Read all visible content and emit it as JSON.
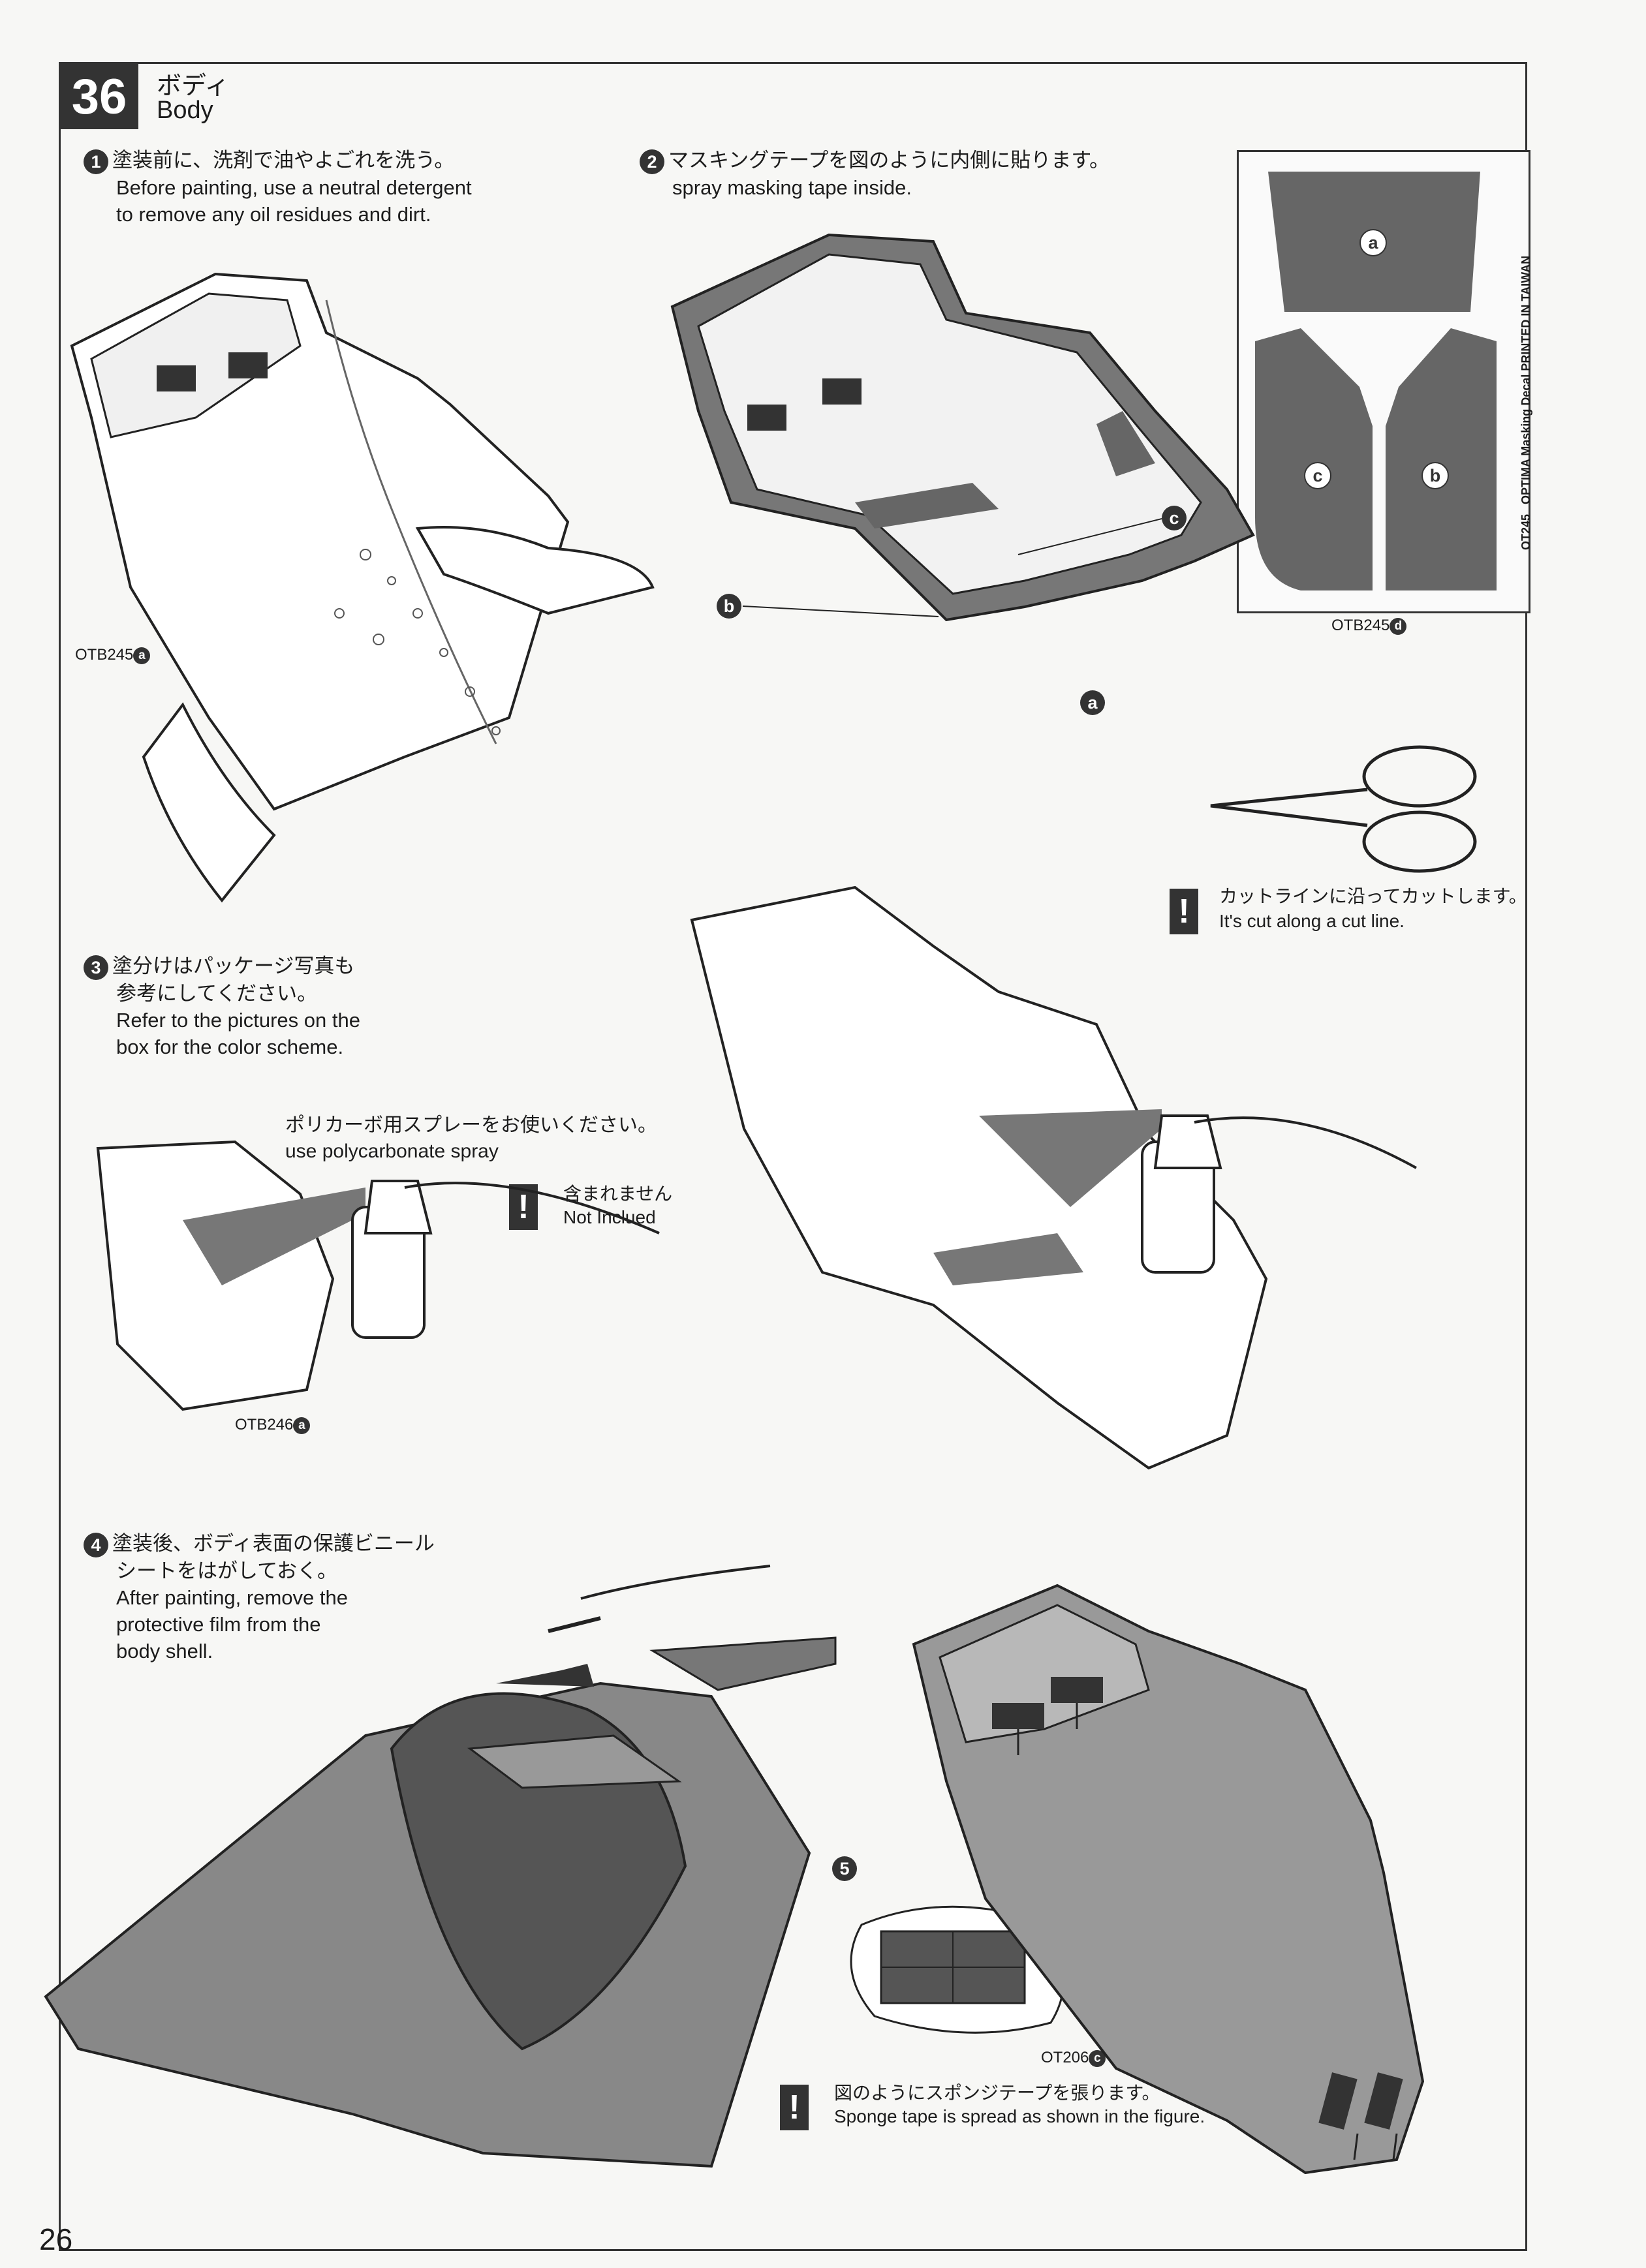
{
  "header": {
    "step_number": "36",
    "title_jp": "ボディ",
    "title_en": "Body"
  },
  "steps": [
    {
      "number": "1",
      "text_jp": "塗装前に、洗剤で油やよごれを洗う。",
      "text_en_1": "Before painting, use a neutral detergent",
      "text_en_2": "to remove any oil residues and dirt."
    },
    {
      "number": "2",
      "text_jp": "マスキングテープを図のように内側に貼ります。",
      "text_en_1": "spray masking tape inside."
    },
    {
      "number": "3",
      "text_jp_1": "塗分けはパッケージ写真も",
      "text_jp_2": "参考にしてください。",
      "text_en_1": "Refer to the pictures on the",
      "text_en_2": "box for the color scheme."
    },
    {
      "number": "4",
      "text_jp_1": "塗装後、ボディ表面の保護ビニール",
      "text_jp_2": "シートをはがしておく。",
      "text_en_1": "After painting, remove the",
      "text_en_2": "protective film from the",
      "text_en_3": "body shell."
    },
    {
      "number": "5"
    }
  ],
  "parts": {
    "otb245a": "OTB245",
    "otb245d": "OTB245",
    "otb246a": "OTB246",
    "ot206c": "OT206",
    "letter_a": "a",
    "letter_b": "b",
    "letter_c": "c",
    "letter_d": "d"
  },
  "mask_sheet": {
    "side_text": "OT245   OPTIMA Masking Decal PRINTED IN TAIWAN"
  },
  "notes": {
    "cut_jp": "カットラインに沿ってカットします。",
    "cut_en": "It's cut along a cut line.",
    "spray_jp": "ポリカーボ用スプレーをお使いください。",
    "spray_en": "use polycarbonate spray",
    "not_included_jp": "含まれません",
    "not_included_en": "Not Inclued",
    "sponge_jp": "図のようにスポンジテープを張ります。",
    "sponge_en": "Sponge tape is spread as shown in the figure.",
    "warn_symbol": "!"
  },
  "footer": {
    "page_number": "26"
  },
  "colors": {
    "ink": "#333333",
    "tape": "#6a6a6a",
    "paper": "#f7f7f5"
  }
}
